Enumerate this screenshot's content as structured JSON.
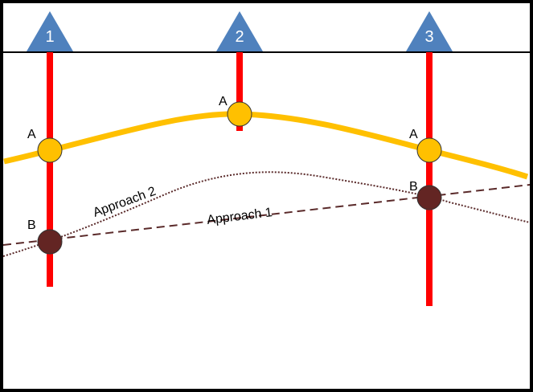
{
  "wells": [
    {
      "label": "1"
    },
    {
      "label": "2"
    },
    {
      "label": "3"
    }
  ],
  "horizon_a": {
    "point_label": "A"
  },
  "horizon_b": {
    "point_label": "B"
  },
  "approaches": {
    "approach_1": "Approach 1",
    "approach_2": "Approach 2"
  },
  "colors": {
    "well_marker": "#4F81BD",
    "well_path": "#FF0000",
    "horizon_a": "#FFC000",
    "horizon_b": "#632523",
    "approach_line": "#5a2a2a"
  }
}
